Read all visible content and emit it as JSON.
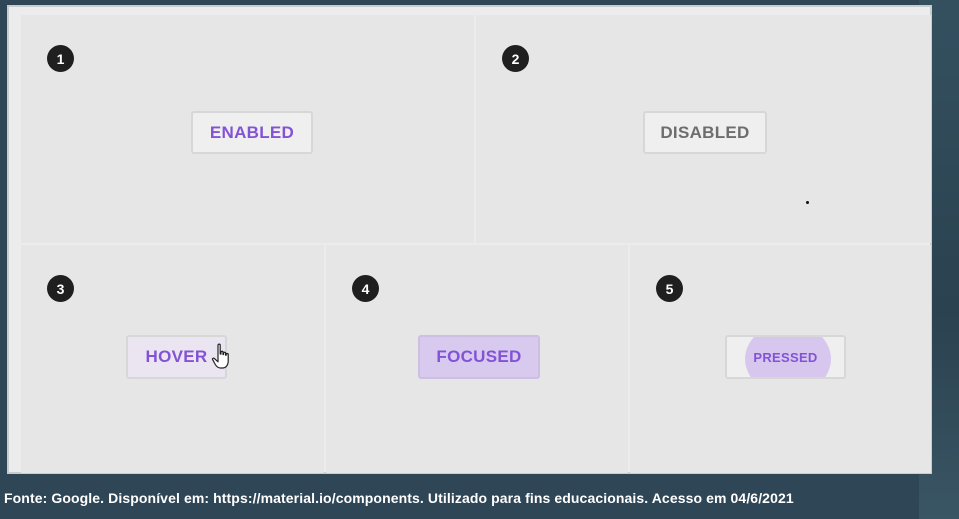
{
  "states": [
    {
      "number": "1",
      "label": "ENABLED"
    },
    {
      "number": "2",
      "label": "DISABLED"
    },
    {
      "number": "3",
      "label": "HOVER"
    },
    {
      "number": "4",
      "label": "FOCUSED"
    },
    {
      "number": "5",
      "label": "PRESSED"
    }
  ],
  "caption": "Fonte: Google. Disponível em: https://material.io/components. Utilizado para fins educacionais. Acesso em 04/6/2021",
  "colors": {
    "accent": "#8353d6",
    "disabled_text": "#6d6d6d",
    "focused_fill": "#d8c9ef",
    "pressed_ripple": "#d7c7ef",
    "number_badge": "#1f1f1f"
  },
  "icons": {
    "hover_cursor": "hand-pointer-icon"
  }
}
